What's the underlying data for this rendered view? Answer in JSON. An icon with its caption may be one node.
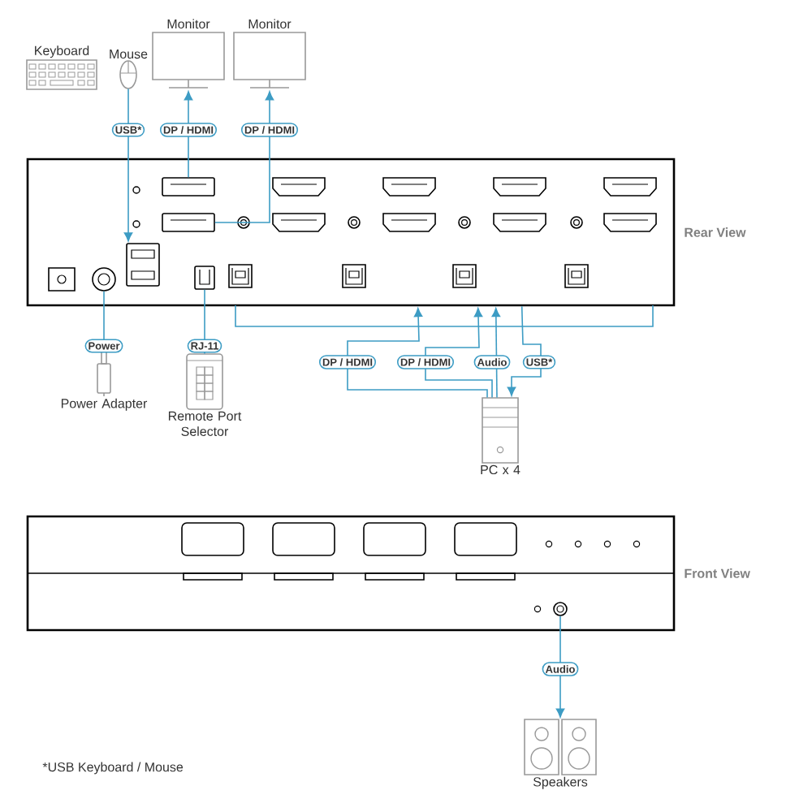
{
  "diagram": {
    "nodes": [
      {
        "text": [
          "Keyboard"
        ]
      },
      {
        "text": [
          "Mouse"
        ]
      },
      {
        "text": [
          "Monitor"
        ]
      },
      {
        "text": [
          "Monitor"
        ]
      },
      {
        "text": [
          "Rear View"
        ]
      },
      {
        "text": [],
        "shape": "box",
        "in": 4
      },
      {
        "text": [],
        "shape": "box",
        "in": 4
      },
      {
        "text": [],
        "shape": "box",
        "in": 4
      },
      {
        "text": [],
        "shape": "circle",
        "in": 4
      },
      {
        "text": [],
        "shape": "box",
        "in": 4
      },
      {
        "text": [
          "Power Adapter"
        ]
      },
      {
        "text": [
          "Remote Port Selector"
        ]
      },
      {
        "text": [
          "PC x 4"
        ]
      },
      {
        "text": [
          "Front View"
        ]
      },
      {
        "text": [],
        "shape": "circle",
        "in": 13
      },
      {
        "text": [
          "Speakers"
        ]
      }
    ],
    "edges": [
      {
        "from": 1,
        "to": 7,
        "arrow": "to",
        "label": "USB*"
      },
      {
        "from": 5,
        "to": 2,
        "arrow": "to",
        "label": "DP / HDMI"
      },
      {
        "from": 6,
        "to": 3,
        "arrow": "to",
        "label": "DP / HDMI"
      },
      {
        "from": 10,
        "to": 8,
        "arrow": "none",
        "label": "Power"
      },
      {
        "from": 11,
        "to": 9,
        "arrow": "none",
        "label": "RJ-11"
      },
      {
        "from": 12,
        "to": 4,
        "arrow": "to",
        "label": "DP / HDMI"
      },
      {
        "from": 12,
        "to": 4,
        "arrow": "to",
        "label": "DP / HDMI"
      },
      {
        "from": 12,
        "to": 4,
        "arrow": "to",
        "label": "Audio"
      },
      {
        "from": 4,
        "to": 12,
        "arrow": "to",
        "label": "USB*"
      },
      {
        "from": 14,
        "to": 15,
        "arrow": "to",
        "label": "Audio"
      }
    ],
    "labels": [
      "*USB Keyboard / Mouse"
    ]
  }
}
